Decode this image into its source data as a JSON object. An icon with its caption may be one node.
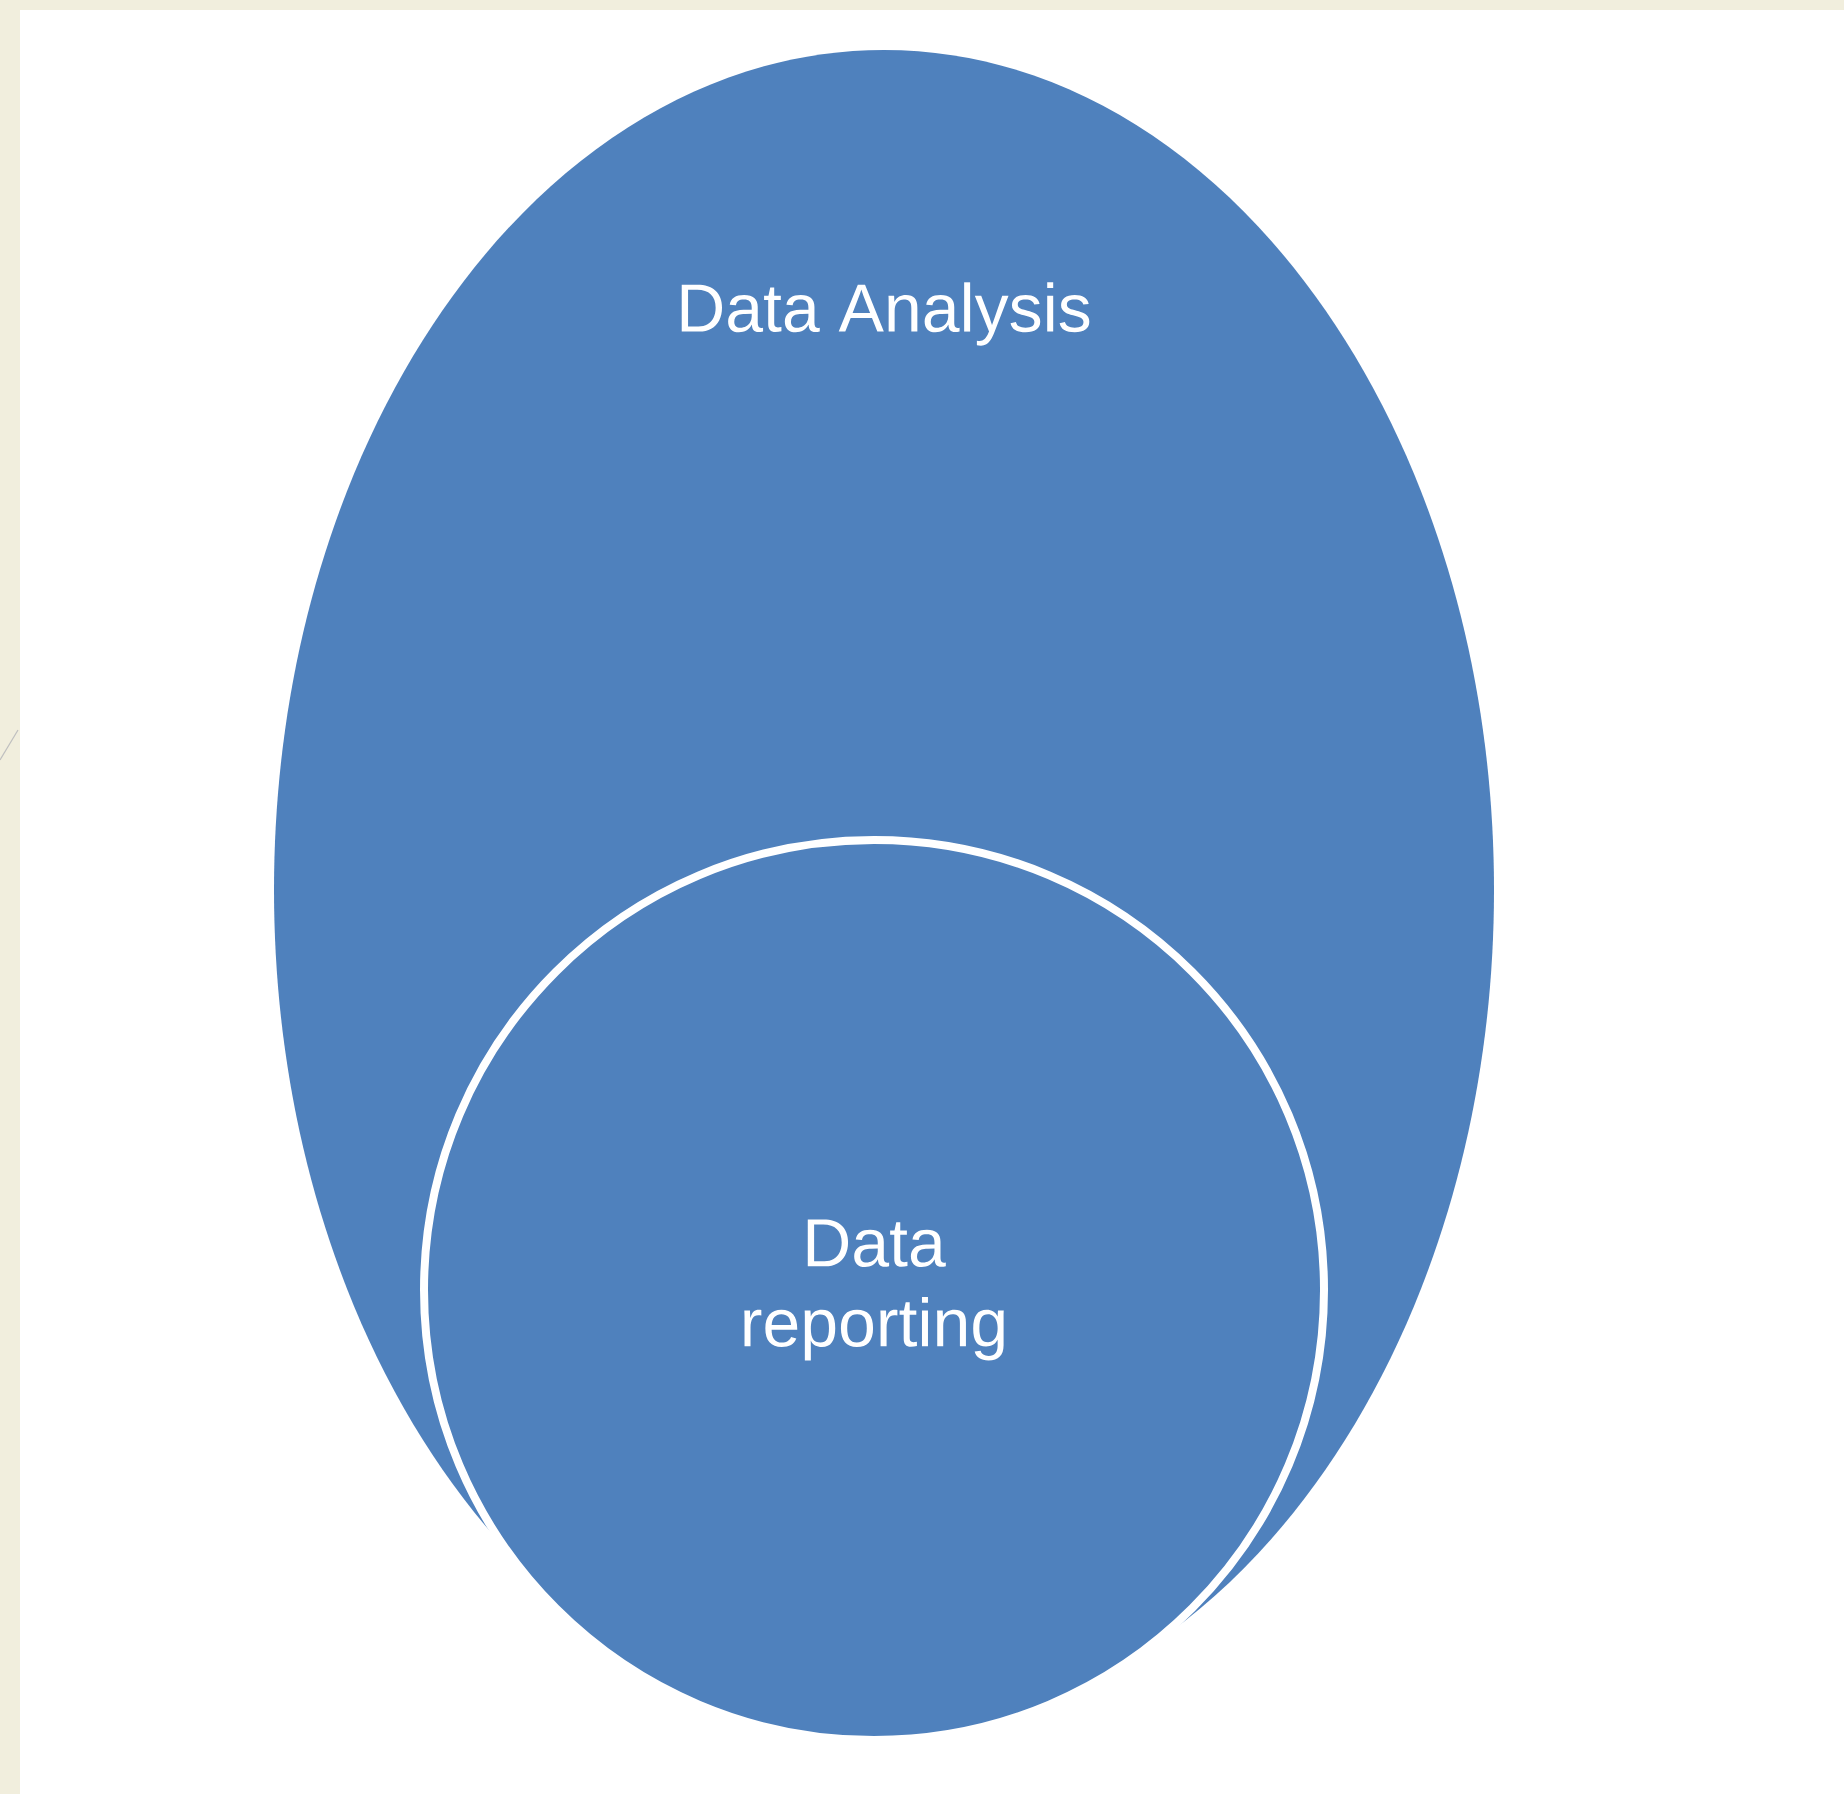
{
  "diagram": {
    "nodes": [
      {
        "text": [
          "Data Analysis"
        ]
      },
      {
        "text": [
          "Data reporting"
        ],
        "in": 0
      }
    ]
  }
}
